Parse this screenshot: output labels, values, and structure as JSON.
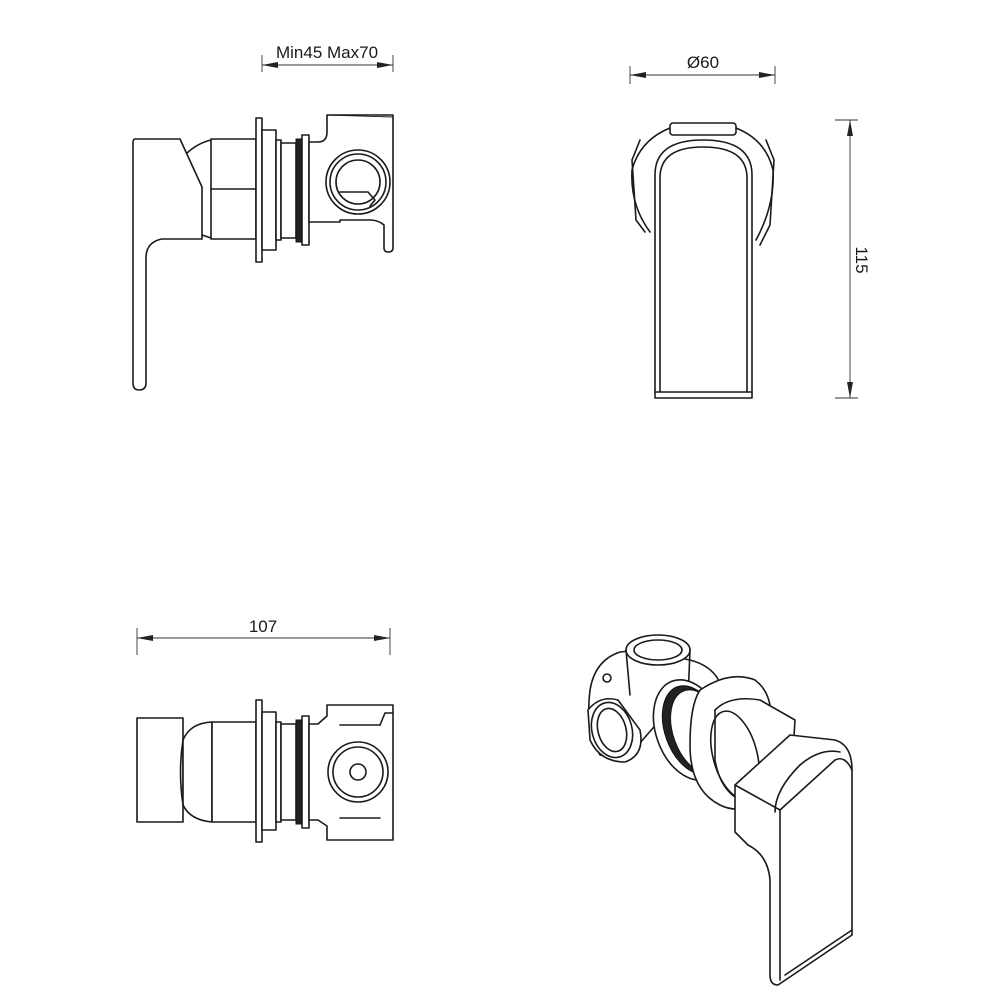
{
  "dimensions": {
    "mounting_depth": "Min45 Max70",
    "flange_diameter": "Ø60",
    "height": "115",
    "overall_length": "107"
  },
  "line_color": "#1a1a1a",
  "background": "#ffffff"
}
